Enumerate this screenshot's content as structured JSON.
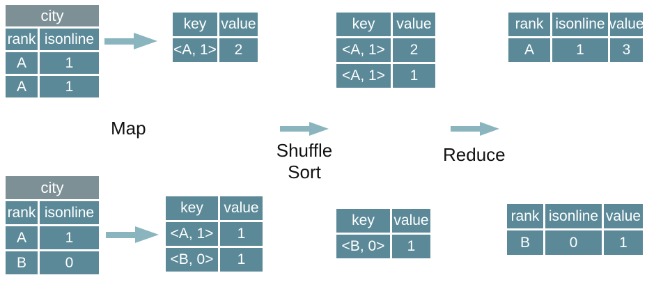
{
  "colors": {
    "cell_teal": "#5b8998",
    "title_gray": "#7c9096",
    "arrow_teal": "#8ab5be",
    "cell_text": "#ffffff",
    "label_text": "#111111",
    "background": "#ffffff"
  },
  "labels": {
    "map": "Map",
    "shuffle": "Shuffle",
    "sort": "Sort",
    "reduce": "Reduce"
  },
  "tables": {
    "input_top": {
      "title": "city",
      "columns": [
        "rank",
        "isonline"
      ],
      "rows": [
        [
          "A",
          "1"
        ],
        [
          "A",
          "1"
        ]
      ]
    },
    "map_top": {
      "columns": [
        "key",
        "value"
      ],
      "rows": [
        [
          "<A, 1>",
          "2"
        ]
      ]
    },
    "shuffle_top": {
      "columns": [
        "key",
        "value"
      ],
      "rows": [
        [
          "<A, 1>",
          "2"
        ],
        [
          "<A, 1>",
          "1"
        ]
      ]
    },
    "reduce_top": {
      "columns": [
        "rank",
        "isonline",
        "value"
      ],
      "rows": [
        [
          "A",
          "1",
          "3"
        ]
      ]
    },
    "input_bottom": {
      "title": "city",
      "columns": [
        "rank",
        "isonline"
      ],
      "rows": [
        [
          "A",
          "1"
        ],
        [
          "B",
          "0"
        ]
      ]
    },
    "map_bottom": {
      "columns": [
        "key",
        "value"
      ],
      "rows": [
        [
          "<A, 1>",
          "1"
        ],
        [
          "<B, 0>",
          "1"
        ]
      ]
    },
    "shuffle_bottom": {
      "columns": [
        "key",
        "value"
      ],
      "rows": [
        [
          "<B, 0>",
          "1"
        ]
      ]
    },
    "reduce_bottom": {
      "columns": [
        "rank",
        "isonline",
        "value"
      ],
      "rows": [
        [
          "B",
          "0",
          "1"
        ]
      ]
    }
  }
}
